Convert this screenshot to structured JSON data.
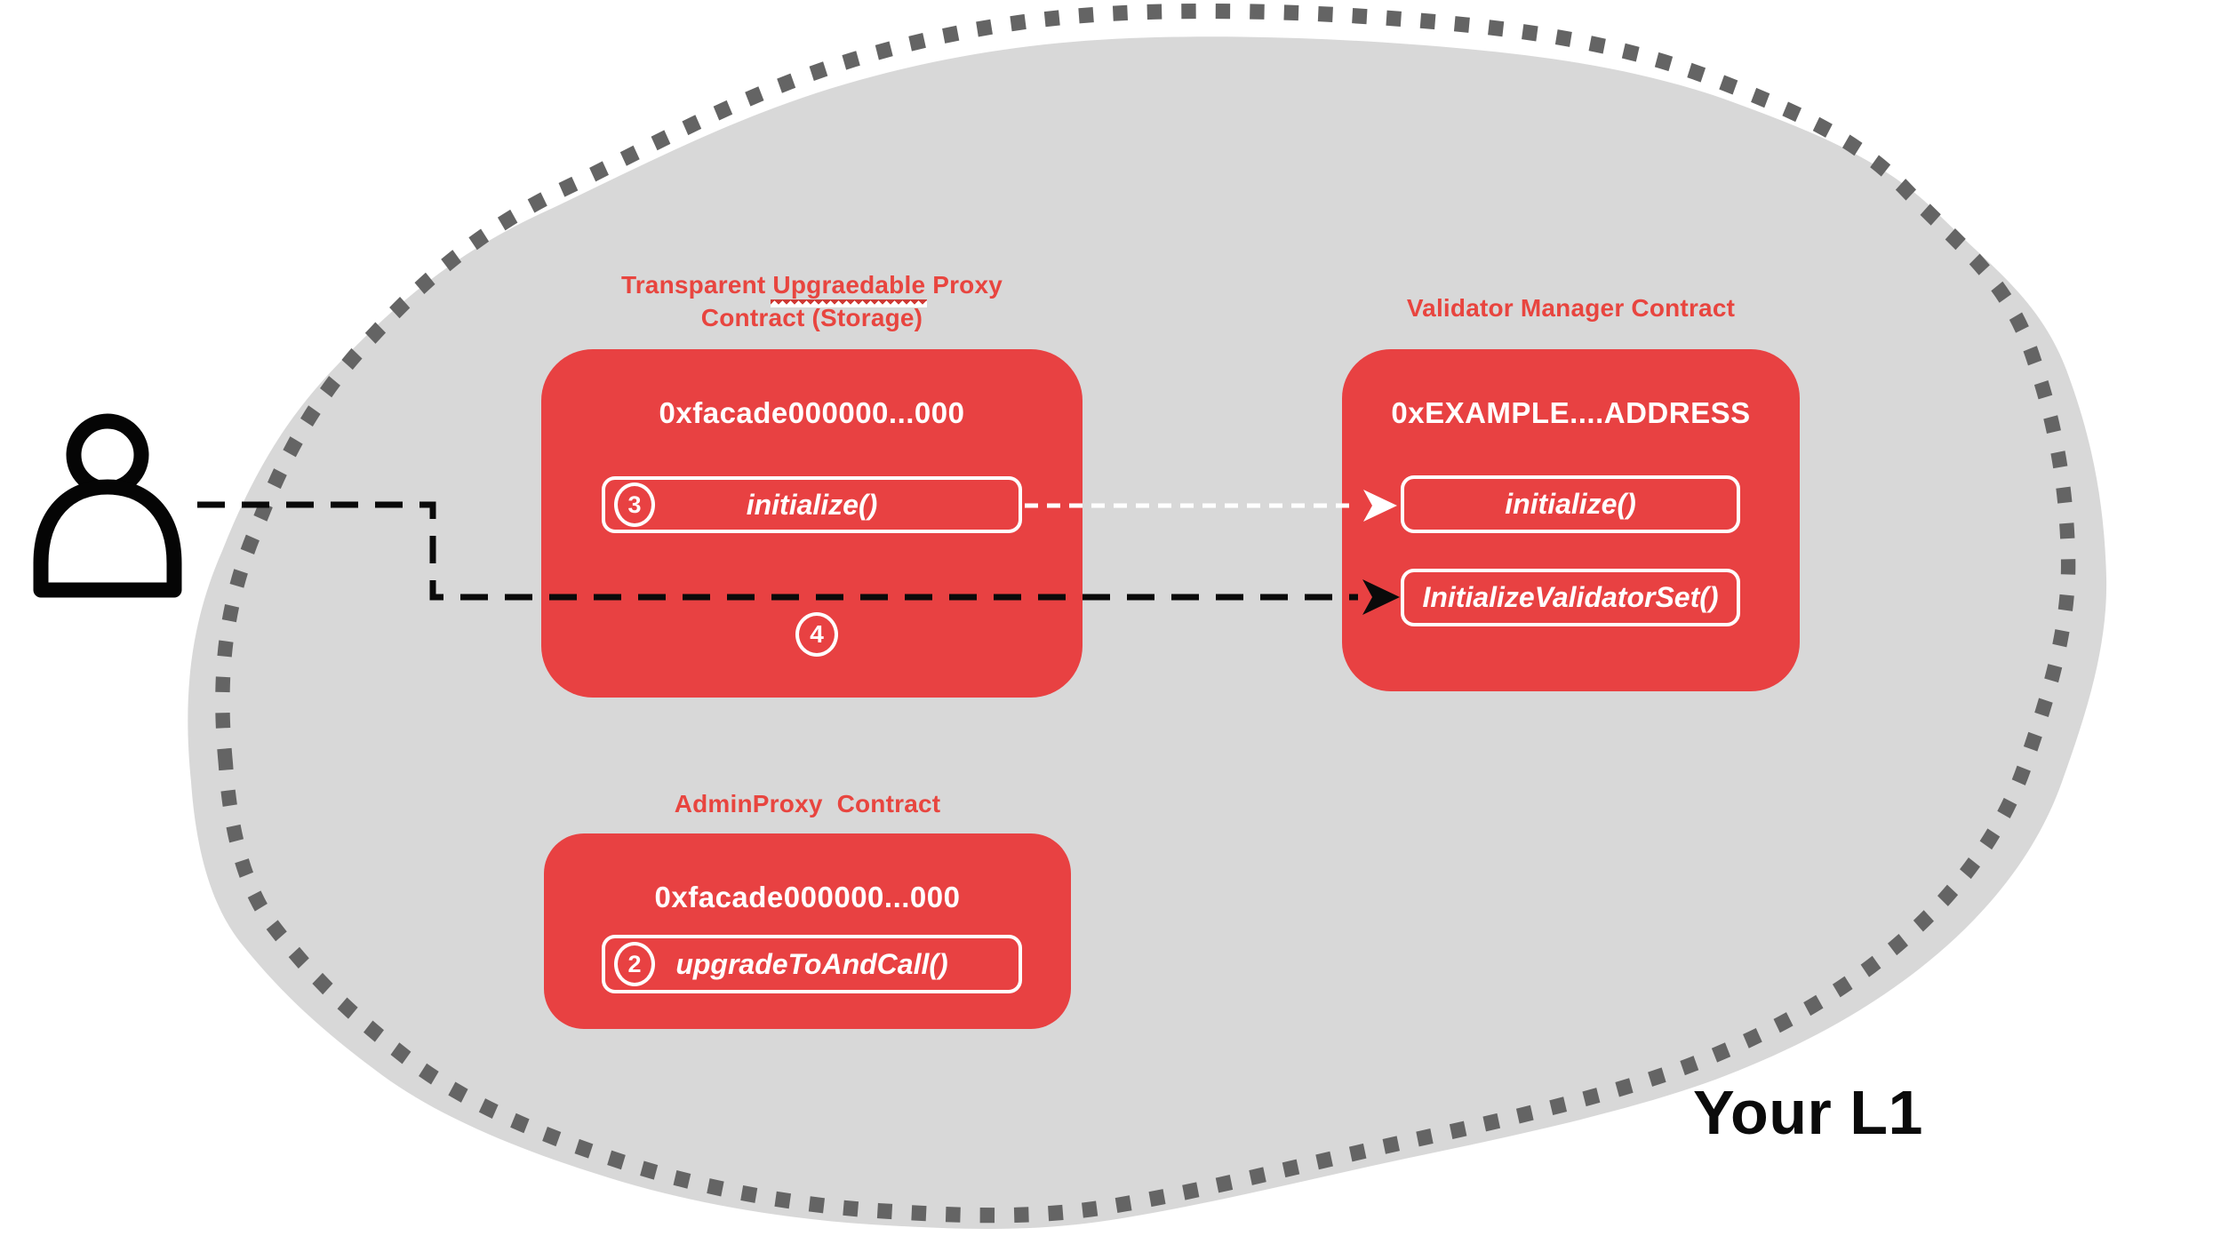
{
  "region_label": "Your L1",
  "colors": {
    "box_red": "#e84142",
    "title_red": "#e8453f",
    "blob_gray": "#d8d8d8",
    "dot_gray": "#646464",
    "arrow_black": "#0a0a0a",
    "arrow_white": "#ffffff"
  },
  "proxy_box": {
    "title_part1": "Transparent ",
    "title_misspelled": "Upgraedable",
    "title_part2": " Proxy",
    "title_line2": "Contract (Storage)",
    "address": "0xfacade000000...000",
    "step_badge": "3",
    "method": "initialize()",
    "step_marker": "4"
  },
  "validator_box": {
    "title": "Validator Manager Contract",
    "address": "0xEXAMPLE....ADDRESS",
    "methods": [
      "initialize()",
      "InitializeValidatorSet()"
    ]
  },
  "admin_box": {
    "title": "AdminProxy  Contract",
    "address": "0xfacade000000...000",
    "step_badge": "2",
    "method": "upgradeToAndCall()"
  }
}
